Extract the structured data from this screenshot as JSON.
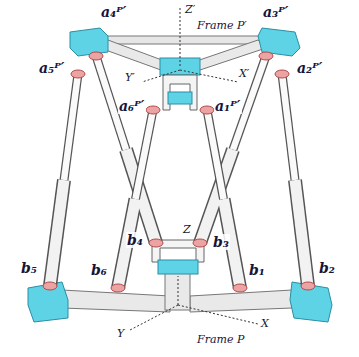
{
  "diagram": {
    "labels": [
      "a₄ᴾ′",
      "a₃ᴾ′",
      "Z′",
      "Frame P′",
      "a₅ᴾ′",
      "a₂ᴾ′",
      "Y′",
      "X′",
      "a₆ᴾ′",
      "a₁ᴾ′",
      "b₄",
      "b₃",
      "b₅",
      "b₆",
      "b₁",
      "b₂",
      "Z",
      "Y",
      "X",
      "Frame P"
    ]
  }
}
